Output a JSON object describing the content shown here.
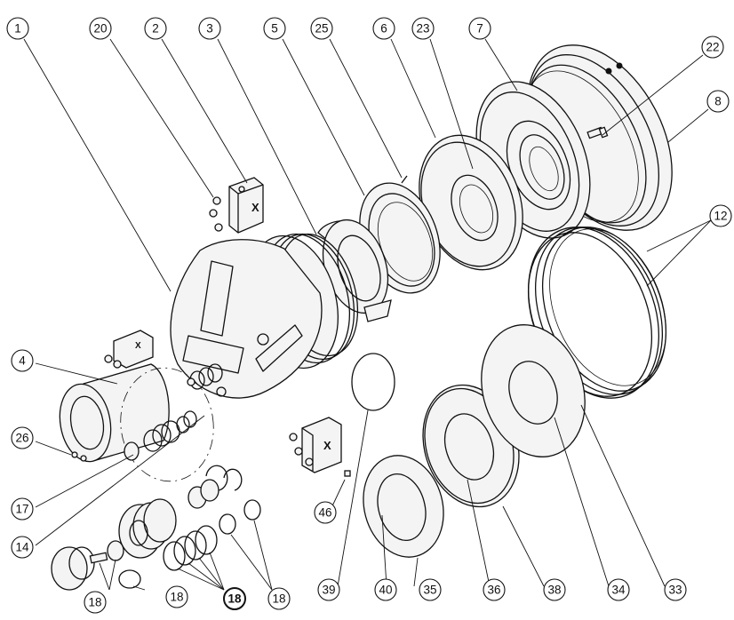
{
  "callouts": [
    {
      "id": "c1",
      "label": "1"
    },
    {
      "id": "c20",
      "label": "20"
    },
    {
      "id": "c2",
      "label": "2"
    },
    {
      "id": "c3",
      "label": "3"
    },
    {
      "id": "c5",
      "label": "5"
    },
    {
      "id": "c25",
      "label": "25"
    },
    {
      "id": "c6",
      "label": "6"
    },
    {
      "id": "c23",
      "label": "23"
    },
    {
      "id": "c7",
      "label": "7"
    },
    {
      "id": "c22",
      "label": "22"
    },
    {
      "id": "c8",
      "label": "8"
    },
    {
      "id": "c12",
      "label": "12"
    },
    {
      "id": "c4",
      "label": "4"
    },
    {
      "id": "c26",
      "label": "26"
    },
    {
      "id": "c17",
      "label": "17"
    },
    {
      "id": "c14",
      "label": "14"
    },
    {
      "id": "c46",
      "label": "46"
    },
    {
      "id": "c18a",
      "label": "18"
    },
    {
      "id": "c18b",
      "label": "18"
    },
    {
      "id": "c18c",
      "label": "18"
    },
    {
      "id": "c18d",
      "label": "18"
    },
    {
      "id": "c39",
      "label": "39"
    },
    {
      "id": "c40",
      "label": "40"
    },
    {
      "id": "c35",
      "label": "35"
    },
    {
      "id": "c36",
      "label": "36"
    },
    {
      "id": "c38",
      "label": "38"
    },
    {
      "id": "c34",
      "label": "34"
    },
    {
      "id": "c33",
      "label": "33"
    }
  ]
}
